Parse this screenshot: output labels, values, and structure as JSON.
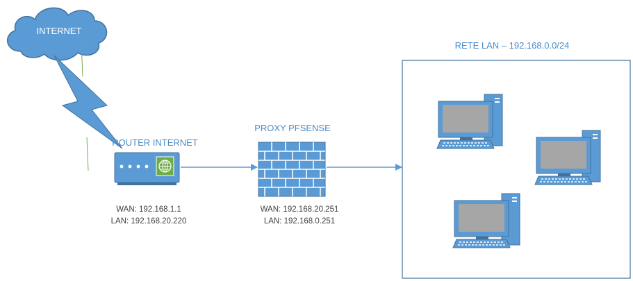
{
  "cloud": {
    "label": "INTERNET"
  },
  "router": {
    "title": "ROUTER INTERNET",
    "wan": "WAN: 192.168.1.1",
    "lan": "LAN: 192.168.20.220"
  },
  "proxy": {
    "title": "PROXY PFSENSE",
    "wan": "WAN: 192.168.20.251",
    "lan": "LAN: 192.168.0.251"
  },
  "lan_network": {
    "title": "RETE LAN – 192.168.0.0/24"
  },
  "colors": {
    "primary": "#5b9bd5",
    "dark": "#41719c",
    "label": "#4a8cc8",
    "text": "#404040",
    "screen": "#a6a6a6",
    "green": "#70ad47",
    "border": "#41719c"
  }
}
